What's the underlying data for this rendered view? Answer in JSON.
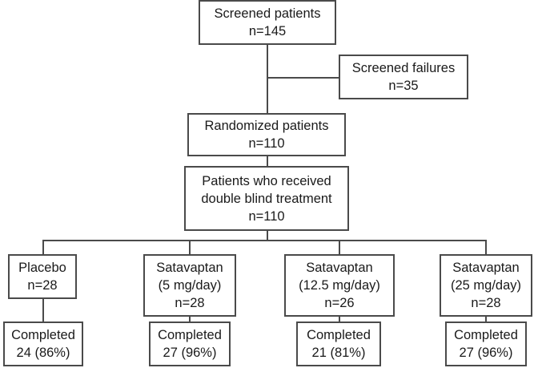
{
  "boxes": {
    "screened": {
      "label": "Screened patients",
      "n": "n=145"
    },
    "failures": {
      "label": "Screened failures",
      "n": "n=35"
    },
    "randomized": {
      "label": "Randomized patients",
      "n": "n=110"
    },
    "treated": {
      "line1": "Patients who received",
      "line2": "double blind treatment",
      "n": "n=110"
    },
    "arms": [
      {
        "name": "Placebo",
        "dose": "",
        "n": "n=28",
        "completed_label": "Completed",
        "completed": "24 (86%)"
      },
      {
        "name": "Satavaptan",
        "dose": "(5 mg/day)",
        "n": "n=28",
        "completed_label": "Completed",
        "completed": "27 (96%)"
      },
      {
        "name": "Satavaptan",
        "dose": "(12.5 mg/day)",
        "n": "n=26",
        "completed_label": "Completed",
        "completed": "21 (81%)"
      },
      {
        "name": "Satavaptan",
        "dose": "(25 mg/day)",
        "n": "n=28",
        "completed_label": "Completed",
        "completed": "27 (96%)"
      }
    ]
  }
}
